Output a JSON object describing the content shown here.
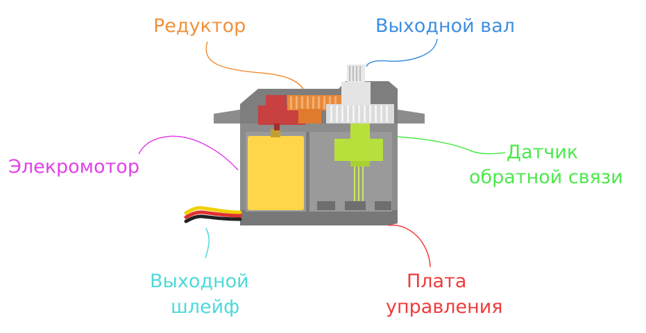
{
  "labels": {
    "reducer": "Редуктор",
    "output_shaft": "Выходной вал",
    "motor": "Элекромотор",
    "sensor_line1": "Датчик",
    "sensor_line2": "обратной связи",
    "cable_line1": "Выходной",
    "cable_line2": "шлейф",
    "board_line1": "Плата",
    "board_line2": "управления"
  },
  "colors": {
    "reducer": "#F0913A",
    "output_shaft": "#3D8FE0",
    "motor": "#E040E8",
    "sensor": "#4CE84C",
    "cable": "#4DD9D9",
    "board": "#F03A3A",
    "housing": "#8C8C8C",
    "housing_dark": "#6E6E6E",
    "motor_body": "#FFD64A",
    "sensor_body": "#B8E03C",
    "gear_red": "#C84040",
    "gear_orange": "#E88A3C",
    "gear_white": "#DCDCDC"
  }
}
